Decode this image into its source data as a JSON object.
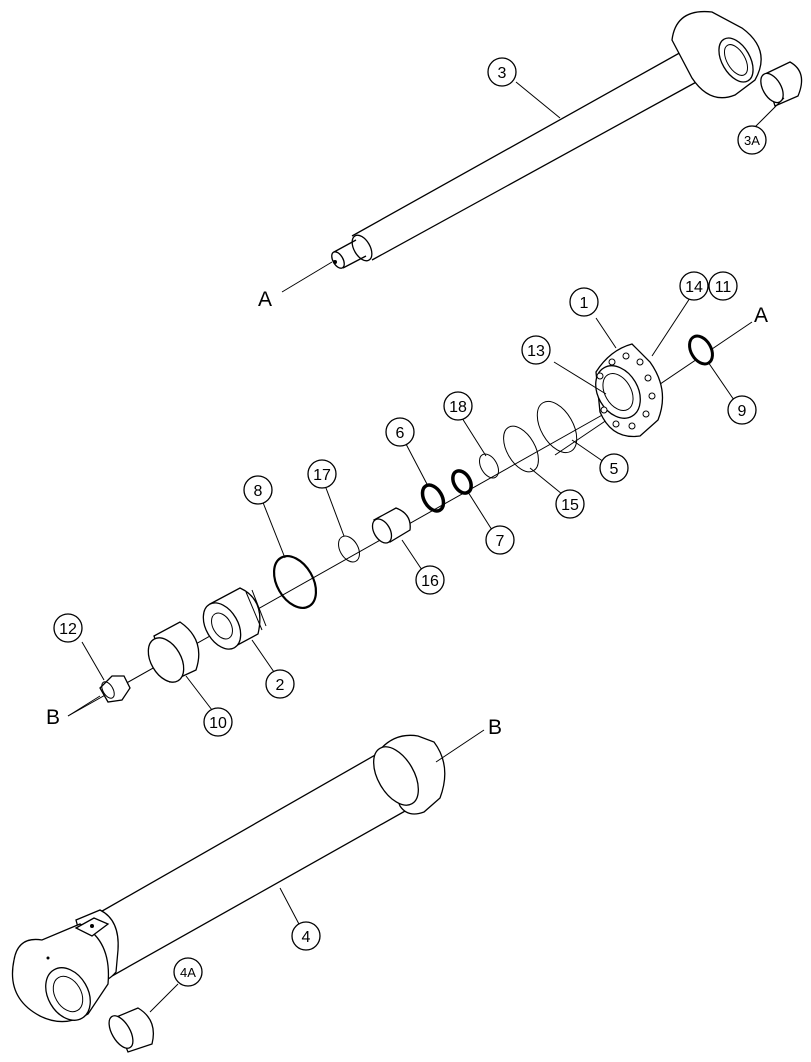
{
  "callouts": {
    "c1": "1",
    "c2": "2",
    "c3": "3",
    "c3a": "3A",
    "c4": "4",
    "c4a": "4A",
    "c5": "5",
    "c6": "6",
    "c7": "7",
    "c8": "8",
    "c9": "9",
    "c10": "10",
    "c11": "11",
    "c12": "12",
    "c13": "13",
    "c14": "14",
    "c15": "15",
    "c16": "16",
    "c17": "17",
    "c18": "18"
  },
  "axis_labels": {
    "a_left": "A",
    "a_right": "A",
    "b_left": "B",
    "b_right": "B"
  }
}
